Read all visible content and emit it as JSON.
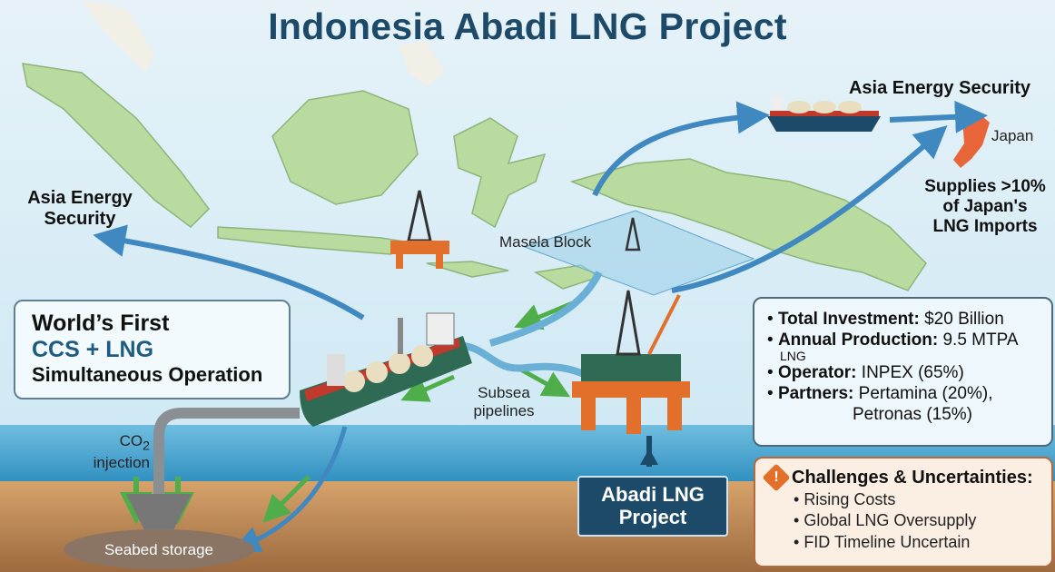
{
  "title": "Indonesia Abadi LNG Project",
  "labels": {
    "asia_energy_security_right": "Asia Energy Security",
    "asia_energy_security_left_line1": "Asia Energy",
    "asia_energy_security_left_line2": "Security",
    "japan": "Japan",
    "supplies_line1": "Supplies >10%",
    "supplies_line2": "of Japan's",
    "supplies_line3": "LNG Imports",
    "masela_block": "Masela Block",
    "subsea_line1": "Subsea",
    "subsea_line2": "pipelines",
    "co2": "CO",
    "co2_sub": "2",
    "injection": "injection",
    "seabed_storage": "Seabed storage"
  },
  "callout": {
    "line1": "World’s First",
    "line2": "CCS + LNG",
    "line3": "Simultaneous Operation"
  },
  "info": [
    {
      "key": "Total Investment:",
      "value": "$20 Billion"
    },
    {
      "key": "Annual Production:",
      "value": "9.5 MTPA",
      "extra": "LNG"
    },
    {
      "key": "Operator:",
      "value": "INPEX (65%)"
    },
    {
      "key": "Partners:",
      "value": "Pertamina (20%),",
      "extra": "Petronas (15%)"
    }
  ],
  "challenges": {
    "title": "Challenges & Uncertainties:",
    "items": [
      "Rising Costs",
      "Global LNG Oversupply",
      "FID Timeline Uncertain"
    ]
  },
  "abadi_box": {
    "line1": "Abadi LNG",
    "line2": "Project"
  },
  "colors": {
    "title": "#1d4a68",
    "accent_blue": "#1e5a82",
    "warning": "#e2702a",
    "sea": "#3a9cc6",
    "seabed": "#c08a55"
  }
}
